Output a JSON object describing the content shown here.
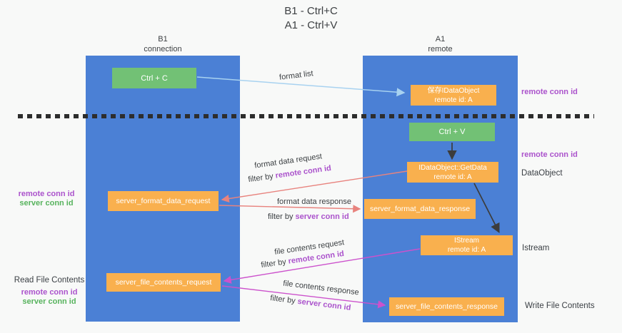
{
  "title": {
    "line1": "B1 - Ctrl+C",
    "line2": "A1 - Ctrl+V"
  },
  "lanes": {
    "left": {
      "name": "B1",
      "role": "connection"
    },
    "right": {
      "name": "A1",
      "role": "remote"
    }
  },
  "nodes": {
    "ctrl_c": {
      "label": "Ctrl + C"
    },
    "ctrl_v": {
      "label": "Ctrl + V"
    },
    "saved_idataobject": {
      "line1": "保存IDataObject",
      "line2": "remote id: A"
    },
    "idataobject_getdata": {
      "line1": "IDataObject::GetData",
      "line2": "remote id: A"
    },
    "istream": {
      "line1": "IStream",
      "line2": "remote id: A"
    },
    "server_format_data_request": {
      "label": "server_format_data_request"
    },
    "server_format_data_response": {
      "label": "server_format_data_response"
    },
    "server_file_contents_request": {
      "label": "server_file_contents_request"
    },
    "server_file_contents_response": {
      "label": "server_file_contents_response"
    }
  },
  "side_labels": {
    "remote_conn_id": "remote conn id",
    "server_conn_id": "server conn id",
    "data_object": "DataObject",
    "istream": "Istream",
    "read_file_contents": "Read File Contents",
    "write_file_contents": "Write File Contents"
  },
  "edge_labels": {
    "format_list": "format list",
    "format_data_request": "format data request",
    "format_data_response": "format data response",
    "file_contents_request": "file contents request",
    "file_contents_response": "file contents response",
    "filter_by": "filter by",
    "remote_conn_id": "remote conn id",
    "server_conn_id": "server conn id"
  },
  "colors": {
    "lane_blue": "#4b80d5",
    "node_green": "#72c175",
    "node_orange": "#f9b04e",
    "remote_conn_purple": "#ab53cc",
    "server_conn_green": "#57b35d",
    "arrow_salmon": "#e8837e",
    "arrow_magenta": "#cc52cc",
    "arrow_lightblue": "#a8d2f0",
    "arrow_black": "#3c3c3c"
  }
}
